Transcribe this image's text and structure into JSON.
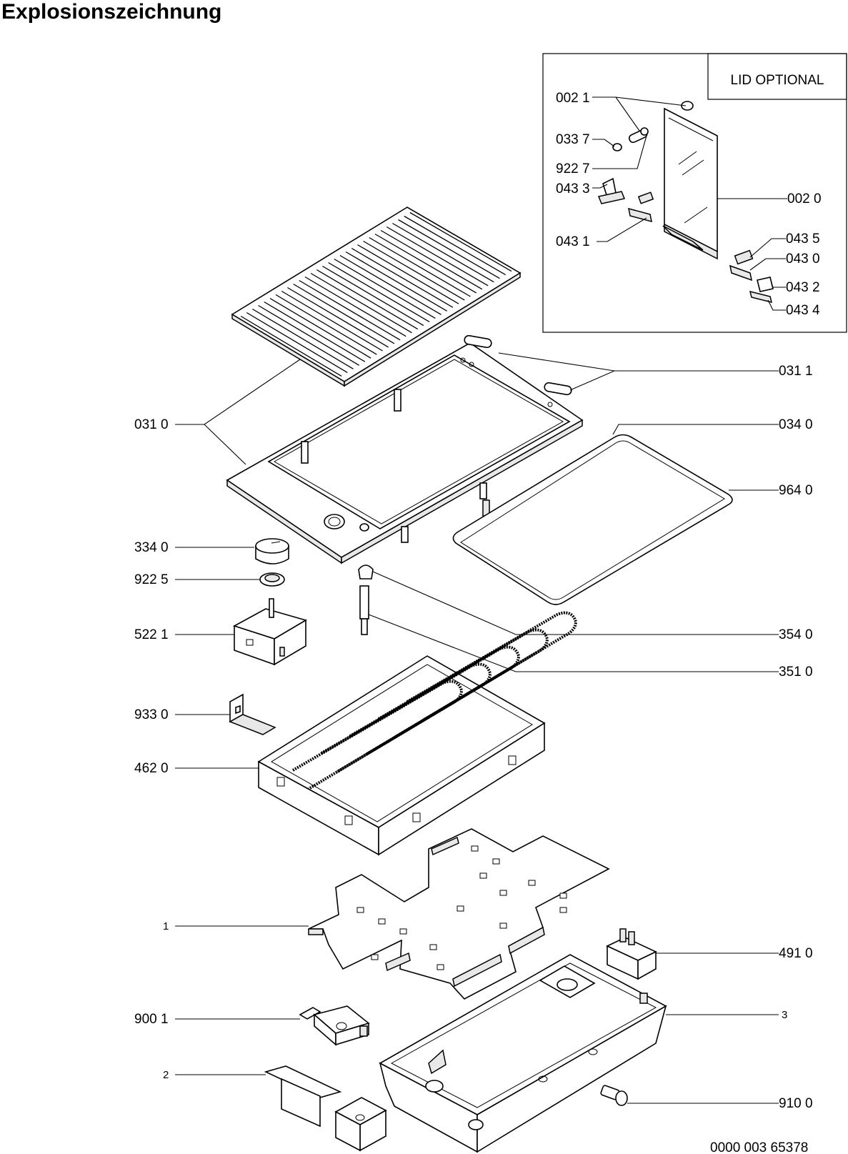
{
  "title": "Explosionszeichnung",
  "lid_box_title": "LID OPTIONAL",
  "document_number": "0000 003 65378",
  "parts": {
    "p0021": "002 1",
    "p0337": "033 7",
    "p9227": "922 7",
    "p0433": "043 3",
    "p0431": "043 1",
    "p0020": "002 0",
    "p0435": "043 5",
    "p0430": "043 0",
    "p0432": "043 2",
    "p0434": "043 4",
    "p0311": "031 1",
    "p0310": "031 0",
    "p0340": "034 0",
    "p9640": "964 0",
    "p3340": "334 0",
    "p9225": "922 5",
    "p5221": "522 1",
    "p3540": "354 0",
    "p3510": "351 0",
    "p9330": "933 0",
    "p4620": "462 0",
    "p1": "1",
    "p4910": "491 0",
    "p9001": "900 1",
    "p3": "3",
    "p2": "2",
    "p9100": "910 0"
  }
}
